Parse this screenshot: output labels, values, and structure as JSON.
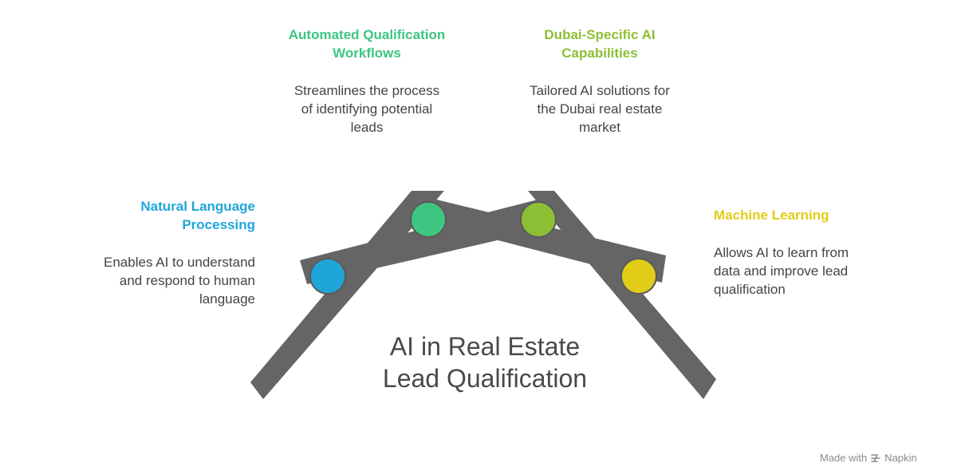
{
  "center_title": {
    "line1": "AI in Real Estate",
    "line2": "Lead Qualification"
  },
  "items": [
    {
      "title_line1": "Natural Language",
      "title_line2": "Processing",
      "desc_line1": "Enables AI to understand",
      "desc_line2": "and respond to human",
      "desc_line3": "language",
      "color": "#1fa6d9"
    },
    {
      "title_line1": "Automated Qualification",
      "title_line2": "Workflows",
      "desc_line1": "Streamlines the process",
      "desc_line2": "of identifying potential",
      "desc_line3": "leads",
      "color": "#3cc681"
    },
    {
      "title_line1": "Dubai-Specific AI",
      "title_line2": "Capabilities",
      "desc_line1": "Tailored AI solutions for",
      "desc_line2": "the Dubai real estate",
      "desc_line3": "market",
      "color": "#8dbf35"
    },
    {
      "title_line1": "Machine Learning",
      "desc_line1": "Allows AI to learn from",
      "desc_line2": "data and improve lead",
      "desc_line3": "qualification",
      "color": "#e1cc17"
    }
  ],
  "beam_color": "#656565",
  "credit": {
    "label": "Made with",
    "brand": "Napkin"
  }
}
